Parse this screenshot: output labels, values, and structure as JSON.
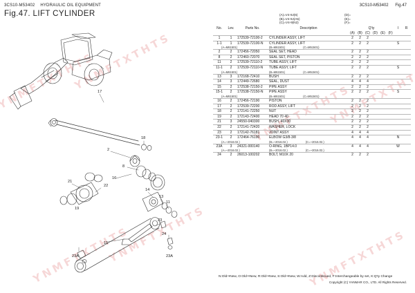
{
  "header": {
    "code": "3CS10-M53402",
    "section": "HYDRAULIC OIL EQUIPMENT",
    "figure_title": "Fig.47.  LIFT CYLINDER",
    "right_code": "3CS10-M53402",
    "right_fig": "Fig.47"
  },
  "legend": [
    "(A)=V4-9J(6)",
    "(B)=V4-9J(A5)",
    "(C)=V4-9(N2)"
  ],
  "qty_legend": [
    "(D)=",
    "(E)=",
    "(F)="
  ],
  "columns": {
    "no": "No.",
    "lev": "Lev.",
    "parts_no": "Parts No.",
    "description": "Description",
    "qty": "Q'ty",
    "a": "(A)",
    "b": "(B)",
    "c": "(C)",
    "d": "(D)",
    "e": "(E)",
    "f": "(F)",
    "i": "I",
    "r": "R"
  },
  "rows": [
    {
      "type": "main",
      "no": "1",
      "lev": "1",
      "parts_no": "172539-72100-2",
      "desc": "CYLINDER ASSY, LIFT",
      "a": "2",
      "b": "2",
      "c": "2",
      "i": "",
      "r": ""
    },
    {
      "type": "main",
      "no": "1-1",
      "lev": "1",
      "parts_no": "172539-72100-N",
      "desc": "CYLINDER ASSY, LIFT",
      "a": "2",
      "b": "2",
      "c": "2",
      "i": "S",
      "r": ""
    },
    {
      "type": "sub",
      "s1": "(A=M61501)",
      "s2": "(B=M61501)",
      "s3": "(C=M51501)"
    },
    {
      "type": "main",
      "no": "2",
      "lev": "2",
      "parts_no": "172456-72050",
      "desc": "SEAL SET, HEAD",
      "a": "2",
      "b": "2",
      "c": "2",
      "i": "",
      "r": ""
    },
    {
      "type": "main",
      "no": "8",
      "lev": "2",
      "parts_no": "172460-72070",
      "desc": "SEAL SET, PISTON",
      "a": "2",
      "b": "2",
      "c": "2",
      "i": "",
      "r": ""
    },
    {
      "type": "main",
      "no": "11",
      "lev": "2",
      "parts_no": "172539-72110-2",
      "desc": "TUBE ASSY, LIFT",
      "a": "2",
      "b": "2",
      "c": "2",
      "i": "",
      "r": ""
    },
    {
      "type": "main",
      "no": "11-1",
      "lev": "2",
      "parts_no": "172539-72110-N",
      "desc": "TUBE ASSY, LIFT",
      "a": "2",
      "b": "2",
      "c": "2",
      "i": "S",
      "r": ""
    },
    {
      "type": "sub",
      "s1": "(A=M61501)",
      "s2": "(B=M61501)",
      "s3": "(C=M51501)"
    },
    {
      "type": "main",
      "no": "13",
      "lev": "3",
      "parts_no": "172168-72410",
      "desc": "BUSH",
      "a": "2",
      "b": "2",
      "c": "2",
      "i": "",
      "r": ""
    },
    {
      "type": "main",
      "no": "14",
      "lev": "3",
      "parts_no": "172449-72680",
      "desc": "SEAL, DUST",
      "a": "4",
      "b": "4",
      "c": "4",
      "i": "",
      "r": ""
    },
    {
      "type": "main",
      "no": "15",
      "lev": "2",
      "parts_no": "172538-72150-2",
      "desc": "PIPE ASSY",
      "a": "2",
      "b": "2",
      "c": "2",
      "i": "",
      "r": ""
    },
    {
      "type": "main",
      "no": "15-1",
      "lev": "2",
      "parts_no": "172538-72150-N",
      "desc": "PIPE ASSY",
      "a": "2",
      "b": "2",
      "c": "2",
      "i": "S",
      "r": ""
    },
    {
      "type": "sub",
      "s1": "(A=M61501)",
      "s2": "(B=M61501)",
      "s3": "(C=M51501)"
    },
    {
      "type": "main",
      "no": "16",
      "lev": "2",
      "parts_no": "172456-72190",
      "desc": "PISTON",
      "a": "2",
      "b": "2",
      "c": "2",
      "i": "",
      "r": ""
    },
    {
      "type": "main",
      "no": "17",
      "lev": "2",
      "parts_no": "172539-72200",
      "desc": "ROD ASSY, LIFT",
      "a": "2",
      "b": "2",
      "c": "2",
      "i": "",
      "r": ""
    },
    {
      "type": "main",
      "no": "18",
      "lev": "2",
      "parts_no": "172141-72250",
      "desc": "NUT",
      "a": "2",
      "b": "2",
      "c": "2",
      "i": "",
      "r": ""
    },
    {
      "type": "main",
      "no": "19",
      "lev": "2",
      "parts_no": "172143-72400",
      "desc": "HEAD 70 40",
      "a": "2",
      "b": "2",
      "c": "2",
      "i": "",
      "r": ""
    },
    {
      "type": "main",
      "no": "21",
      "lev": "3",
      "parts_no": "24550-040300",
      "desc": "BUSH, 40X30",
      "a": "2",
      "b": "2",
      "c": "2",
      "i": "",
      "r": ""
    },
    {
      "type": "main",
      "no": "22",
      "lev": "2",
      "parts_no": "172141-72420",
      "desc": "WASHER, LOCK",
      "a": "2",
      "b": "2",
      "c": "2",
      "i": "",
      "r": ""
    },
    {
      "type": "main",
      "no": "23",
      "lev": "2",
      "parts_no": "172142-76181",
      "desc": "JOINT ASSY",
      "a": "4",
      "b": "4",
      "c": "4",
      "i": "",
      "r": ""
    },
    {
      "type": "main",
      "no": "23-1",
      "lev": "2",
      "parts_no": "172464-76190",
      "desc": "ELBOW G3/8-3/8",
      "a": "4",
      "b": "4",
      "c": "4",
      "i": "N",
      "r": ""
    },
    {
      "type": "sub",
      "s1": "(A=~2016.02.)",
      "s2": "(B=~2016.02.)",
      "s3": "(C=~2016.02.)"
    },
    {
      "type": "main",
      "no": "23A",
      "lev": "3",
      "parts_no": "24321-000140",
      "desc": "O-RING, 1BP14.0",
      "a": "4",
      "b": "4",
      "c": "4",
      "i": "W",
      "r": ""
    },
    {
      "type": "sub",
      "s1": "(A=~2016.02.)",
      "s2": "(B=~2016.02.)",
      "s3": "(C=~2016.02.)"
    },
    {
      "type": "main",
      "no": "24",
      "lev": "2",
      "parts_no": "26013-100202",
      "desc": "BOLT, M10X 20",
      "a": "2",
      "b": "2",
      "c": "2",
      "i": "",
      "r": ""
    }
  ],
  "callouts": {
    "n17": "17",
    "n18": "18",
    "n2": "2",
    "n8": "8",
    "n16": "16",
    "n21": "21",
    "n19": "19",
    "n22": "22",
    "n15": "15",
    "n14": "14",
    "n13": "13",
    "n11": "11",
    "n24": "24",
    "n23": "23",
    "n23a_1": "23A",
    "n23a_2": "23A"
  },
  "footer": {
    "legend": "N:Old⇒New, O:Old⇒New, R:Old⇒New, S:Old⇒New, W:Add, Z:Discontinued, F:Interchangeable by set, K:Q'ty Change",
    "copyright": "Copyright (C)  YANMAR CO., LTD. All Rights Reserved."
  },
  "watermark": "YNMFTXTHTS"
}
